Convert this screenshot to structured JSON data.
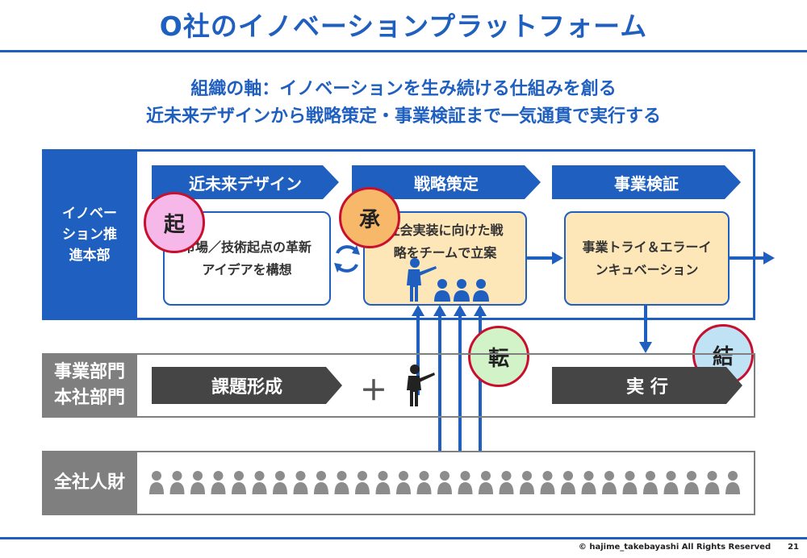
{
  "title": "O社のイノベーションプラットフォーム",
  "subtitle": {
    "line1": "組織の軸：イノベーションを生み続ける仕組みを創る",
    "line2": "近未来デザインから戦略策定・事業検証まで一気通貫で実行する"
  },
  "innovation_unit": {
    "label": "イノベーション推進本部",
    "phases": [
      "近未来デザイン",
      "戦略策定",
      "事業検証"
    ],
    "boxes": [
      "市場／技術起点の革新アイデアを構想",
      "社会実装に向けた戦略をチームで立案",
      "事業トライ＆エラーインキュベーション"
    ]
  },
  "stages": [
    "起",
    "承",
    "転",
    "結"
  ],
  "business_unit": {
    "label": "事業部門本社部門",
    "task": "課題形成",
    "plus": "＋",
    "execute": "実 行"
  },
  "company_talent": {
    "label": "全社人財"
  },
  "colors": {
    "primary": "#1f5fbf",
    "fill": "#fde6b8",
    "gray": "#7f7f7f",
    "dark": "#454545",
    "circle_border": "#c8102e"
  },
  "icons": [
    "person-pointing-icon",
    "person-icon",
    "cycle-arrows-icon",
    "arrow-right-icon",
    "arrow-up-icon",
    "arrow-down-icon"
  ],
  "footer": {
    "copyright": "© hajime_takebayashi All Rights Reserved",
    "page": "21"
  }
}
